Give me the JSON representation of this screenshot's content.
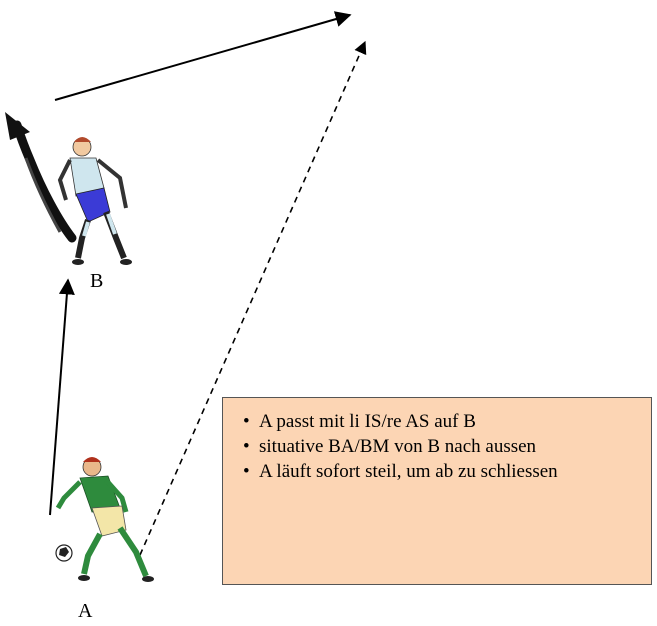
{
  "players": {
    "a": {
      "label": "A",
      "jersey_color": "#2e8b3d",
      "shorts_color": "#f3e6a8"
    },
    "b": {
      "label": "B",
      "jersey_color": "#cfe6ee",
      "shorts_color": "#3b3bd6"
    }
  },
  "info_box": {
    "bullets": [
      "A passt mit li IS/re AS auf B",
      "situative BA/BM von B nach aussen",
      "A läuft sofort steil, um ab zu schliessen"
    ],
    "background_color": "#fcd5b4"
  },
  "icons": [
    "pass-arrow-a-to-b",
    "dribble-arrow-b",
    "pass-arrow-b-forward",
    "run-arrow-a-dashed",
    "ball-icon"
  ]
}
